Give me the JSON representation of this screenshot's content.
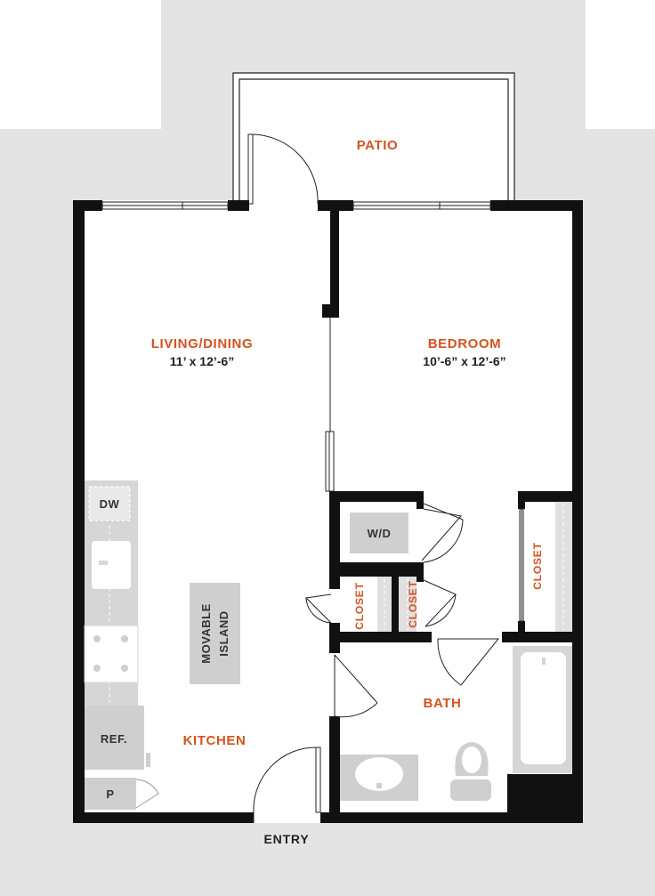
{
  "rooms": {
    "patio": {
      "title": "PATIO"
    },
    "living": {
      "title": "LIVING/DINING",
      "dimensions": "11’ x 12’-6”"
    },
    "bedroom": {
      "title": "BEDROOM",
      "dimensions": "10’-6” x 12’-6”"
    },
    "kitchen": {
      "title": "KITCHEN"
    },
    "bath": {
      "title": "BATH"
    },
    "closet_left": {
      "title": "CLOSET"
    },
    "closet_mid": {
      "title": "CLOSET"
    },
    "closet_right": {
      "title": "CLOSET"
    }
  },
  "fixtures": {
    "dishwasher": "DW",
    "washer_dryer": "W/D",
    "island_line1": "MOVABLE",
    "island_line2": "ISLAND",
    "fridge": "REF.",
    "pantry": "P"
  },
  "entry": {
    "label": "ENTRY"
  },
  "colors": {
    "room_label": "#d4531f",
    "wall": "#111111",
    "background": "#e4e4e4",
    "fixture": "#cfcfcf",
    "fixture_text": "#333333"
  }
}
